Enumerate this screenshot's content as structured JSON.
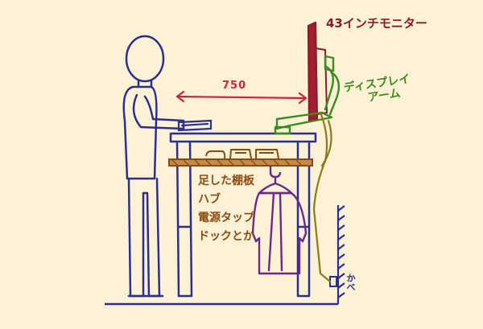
{
  "labels": {
    "monitor": "43インチモニター",
    "monitor_arm": [
      "ディスプレイ",
      "アーム"
    ],
    "distance": "750",
    "shelf_items": [
      "足した棚板",
      "ハブ",
      "電源タップ",
      "ドックとか"
    ],
    "wall": "かべ"
  },
  "colors": {
    "background": "#fdf2d6",
    "outline": "#2c2f8e",
    "monitor": "#8b1a2b",
    "arm": "#3d8a1e",
    "dimension": "#d41f3a",
    "shelf": "#8a4a12",
    "cable": "#8c7a1a",
    "clothes": "#6a2a8a"
  }
}
